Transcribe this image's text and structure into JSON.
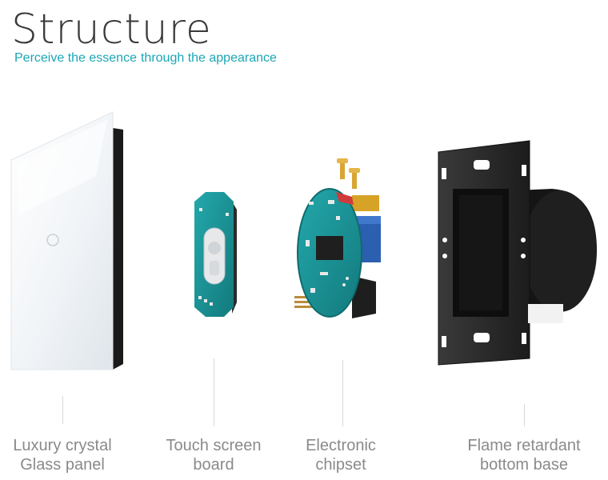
{
  "header": {
    "title": "Structure",
    "subtitle_part1": "Perceive the essence",
    "subtitle_part2": "through the appearance"
  },
  "components": [
    {
      "line1": "Luxury crystal",
      "line2": "Glass panel"
    },
    {
      "line1": "Touch screen",
      "line2": "board"
    },
    {
      "line1": "Electronic",
      "line2": "chipset"
    },
    {
      "line1": "Flame retardant",
      "line2": "bottom base"
    }
  ],
  "colors": {
    "accent": "#1aa6b5",
    "pcb": "#1b8f92",
    "base": "#2a2a2a",
    "label": "#8a8a8a"
  }
}
